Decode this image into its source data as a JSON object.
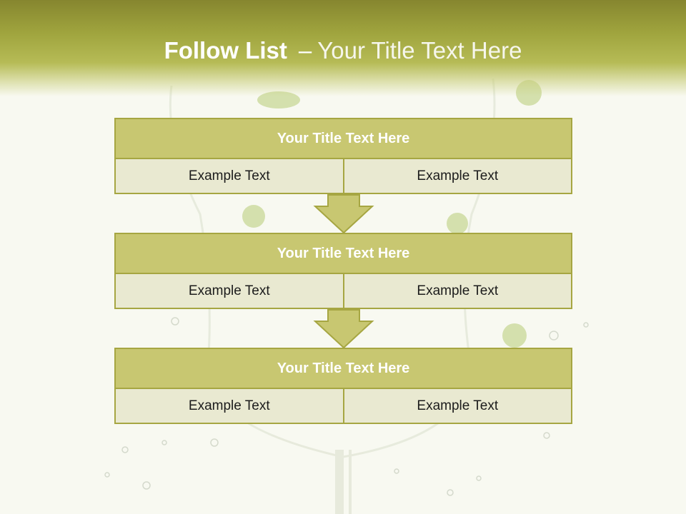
{
  "slide": {
    "title_bold": "Follow List",
    "title_separator": "–",
    "title_rest": "Your Title Text Here"
  },
  "blocks": [
    {
      "title": "Your Title Text Here",
      "left_text": "Example Text",
      "right_text": "Example Text"
    },
    {
      "title": "Your Title Text Here",
      "left_text": "Example Text",
      "right_text": "Example Text"
    },
    {
      "title": "Your Title Text Here",
      "left_text": "Example Text",
      "right_text": "Example Text"
    }
  ],
  "colors": {
    "header": "#a0a53e",
    "block_title_fill": "#c8c771",
    "block_border": "#a6a642",
    "cell_fill": "#e9e9d1",
    "arrow_fill": "#c8c771"
  }
}
